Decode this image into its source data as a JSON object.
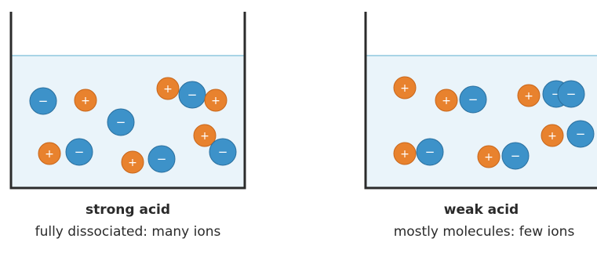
{
  "panels": [
    {
      "title": "strong acid",
      "subtitle": "fully dissociated: many ions",
      "particles": [
        {
          "charge": "−"
        },
        {
          "charge": "+"
        },
        {
          "charge": "+"
        },
        {
          "charge": "−"
        },
        {
          "charge": "+"
        },
        {
          "charge": "−"
        },
        {
          "charge": "+"
        },
        {
          "charge": "−"
        },
        {
          "charge": "+"
        },
        {
          "charge": "−"
        },
        {
          "charge": "+"
        },
        {
          "charge": "−"
        }
      ]
    },
    {
      "title": "weak acid",
      "subtitle": "mostly molecules: few ions",
      "particles": [
        {
          "charge": "+"
        },
        {
          "charge": "+"
        },
        {
          "charge": "−"
        },
        {
          "charge": "+"
        },
        {
          "charge": "−"
        },
        {
          "charge": "−"
        },
        {
          "charge": "+"
        },
        {
          "charge": "−"
        },
        {
          "charge": "+"
        },
        {
          "charge": "−"
        },
        {
          "charge": "+"
        },
        {
          "charge": "−"
        }
      ]
    }
  ],
  "colors": {
    "cation": "#e8822e",
    "anion": "#3d92c9",
    "liquid": "#eaf4fa",
    "surface": "#a8d4e6",
    "wall": "#2b2b2b"
  }
}
